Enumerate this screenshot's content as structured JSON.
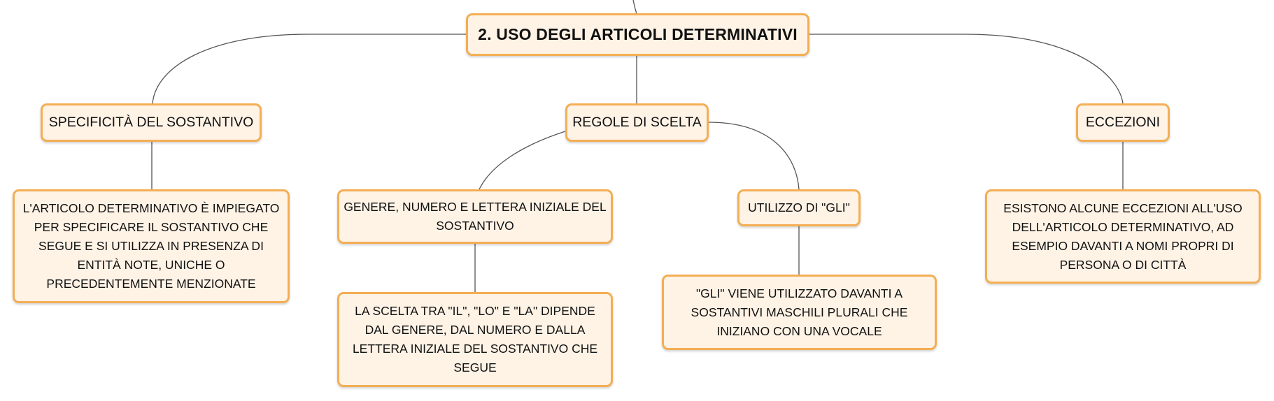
{
  "colors": {
    "node_fill": "#fff3e6",
    "node_border": "#f4ae54",
    "connector": "#555555"
  },
  "root": {
    "label": "2. USO DEGLI ARTICOLI DETERMINATIVI"
  },
  "branches": [
    {
      "label": "SPECIFICITÀ DEL SOSTANTIVO",
      "detail": "L'ARTICOLO DETERMINATIVO È IMPIEGATO PER SPECIFICARE IL SOSTANTIVO CHE SEGUE E SI UTILIZZA IN PRESENZA DI ENTITÀ NOTE, UNICHE O PRECEDENTEMENTE MENZIONATE"
    },
    {
      "label": "REGOLE DI SCELTA",
      "sub": [
        {
          "label": "GENERE, NUMERO E LETTERA INIZIALE DEL SOSTANTIVO",
          "detail": "LA SCELTA TRA \"IL\", \"LO\" E \"LA\" DIPENDE DAL GENERE, DAL NUMERO E DALLA LETTERA INIZIALE DEL SOSTANTIVO CHE SEGUE"
        },
        {
          "label": "UTILIZZO DI \"GLI\"",
          "detail": "\"GLI\" VIENE UTILIZZATO DAVANTI A SOSTANTIVI MASCHILI PLURALI CHE INIZIANO CON UNA VOCALE"
        }
      ]
    },
    {
      "label": "ECCEZIONI",
      "detail": "ESISTONO ALCUNE ECCEZIONI ALL'USO DELL'ARTICOLO DETERMINATIVO, AD ESEMPIO DAVANTI A NOMI PROPRI DI PERSONA O DI CITTÀ"
    }
  ]
}
